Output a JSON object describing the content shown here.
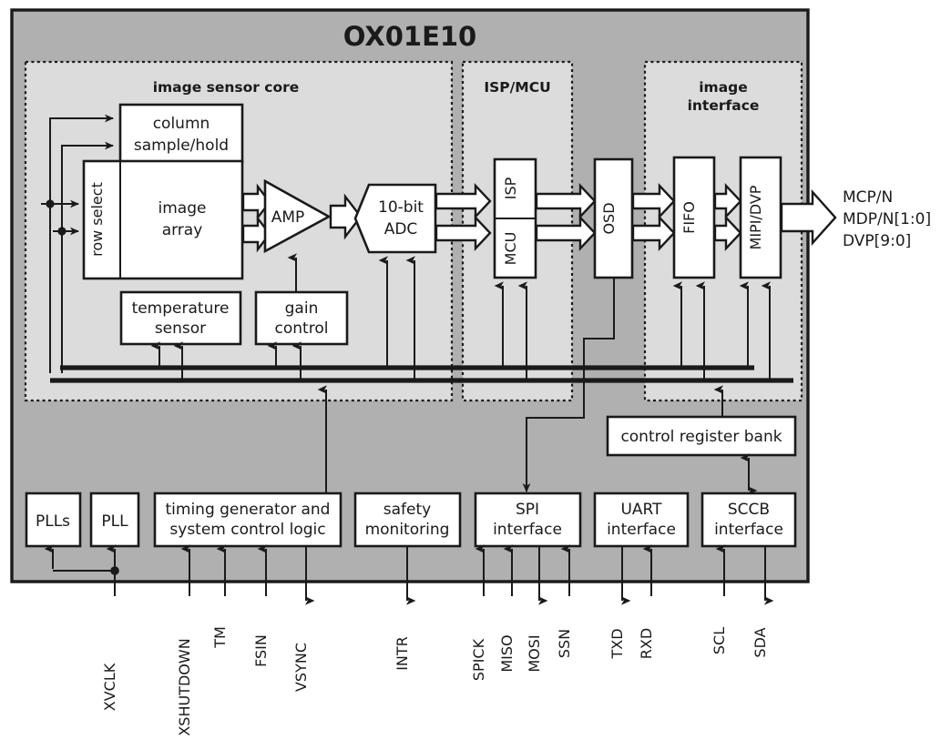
{
  "title": "OX01E10",
  "regions": [
    {
      "name": "image sensor core",
      "label": "image sensor core"
    },
    {
      "name": "isp-mcu",
      "label": "ISP/MCU"
    },
    {
      "name": "image-interface",
      "label_line1": "image",
      "label_line2": "interface"
    }
  ],
  "blocks": {
    "column_sample_hold": {
      "line1": "column",
      "line2": "sample/hold"
    },
    "row_select": {
      "label": "row select"
    },
    "image_array": {
      "line1": "image",
      "line2": "array"
    },
    "amp": {
      "label": "AMP"
    },
    "adc": {
      "line1": "10-bit",
      "line2": "ADC"
    },
    "temperature_sensor": {
      "line1": "temperature",
      "line2": "sensor"
    },
    "gain_control": {
      "line1": "gain",
      "line2": "control"
    },
    "isp": {
      "label": "ISP"
    },
    "mcu": {
      "label": "MCU"
    },
    "osd": {
      "label": "OSD"
    },
    "fifo": {
      "label": "FIFO"
    },
    "mipi_dvp": {
      "label": "MIPI/DVP"
    },
    "control_register_bank": {
      "label": "control register bank"
    },
    "plls": {
      "label": "PLLs"
    },
    "pll": {
      "label": "PLL"
    },
    "timing_generator": {
      "line1": "timing generator and",
      "line2": "system control logic"
    },
    "safety_monitoring": {
      "line1": "safety",
      "line2": "monitoring"
    },
    "spi_interface": {
      "line1": "SPI",
      "line2": "interface"
    },
    "uart_interface": {
      "line1": "UART",
      "line2": "interface"
    },
    "sccb_interface": {
      "line1": "SCCB",
      "line2": "interface"
    }
  },
  "outputs": {
    "line1": "MCP/N",
    "line2": "MDP/N[1:0]",
    "line3": "DVP[9:0]"
  },
  "pins": [
    {
      "name": "xvclk",
      "label": "XVCLK"
    },
    {
      "name": "xshutdown",
      "label": "XSHUTDOWN"
    },
    {
      "name": "tm",
      "label": "TM"
    },
    {
      "name": "fsin",
      "label": "FSIN"
    },
    {
      "name": "vsync",
      "label": "VSYNC"
    },
    {
      "name": "intr",
      "label": "INTR"
    },
    {
      "name": "spick",
      "label": "SPICK"
    },
    {
      "name": "miso",
      "label": "MISO"
    },
    {
      "name": "mosi",
      "label": "MOSI"
    },
    {
      "name": "ssn",
      "label": "SSN"
    },
    {
      "name": "txd",
      "label": "TXD"
    },
    {
      "name": "rxd",
      "label": "RXD"
    },
    {
      "name": "scl",
      "label": "SCL"
    },
    {
      "name": "sda",
      "label": "SDA"
    }
  ],
  "colors": {
    "chip_background": "#b0b0b0",
    "region_background": "#dcdcdc",
    "block_fill": "#ffffff",
    "line": "#1a1a1a",
    "page_background": "#ffffff"
  }
}
